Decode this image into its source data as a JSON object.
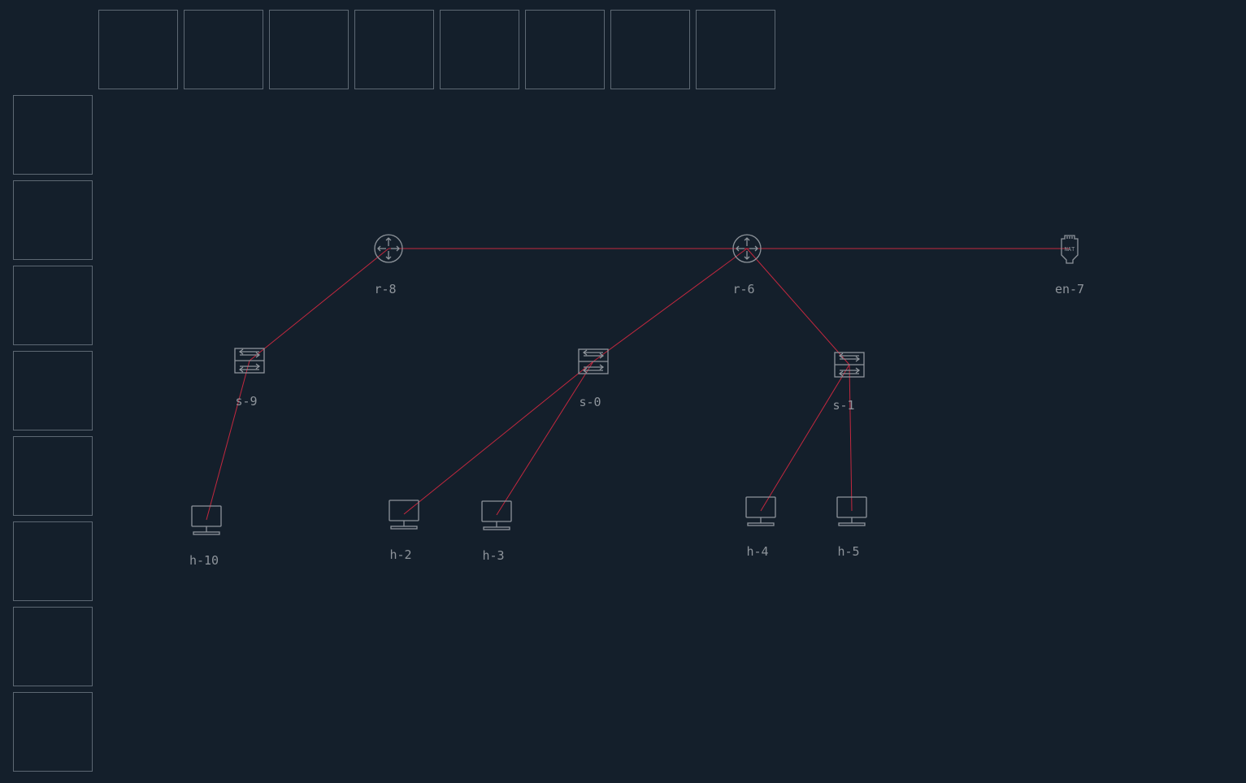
{
  "palette": {
    "background": "#141f2b",
    "slot_border": "#5d6873",
    "icon": "#8e949b",
    "label": "#8e949b",
    "link": "#c3283f"
  },
  "toolbar": {
    "top_slots": 8,
    "left_slots": 8
  },
  "nodes": [
    {
      "id": "r-8",
      "label": "r-8",
      "kind": "router-icon"
    },
    {
      "id": "r-6",
      "label": "r-6",
      "kind": "router-icon"
    },
    {
      "id": "en-7",
      "label": "en-7",
      "kind": "nat-icon"
    },
    {
      "id": "s-9",
      "label": "s-9",
      "kind": "switch-icon"
    },
    {
      "id": "s-0",
      "label": "s-0",
      "kind": "switch-icon"
    },
    {
      "id": "s-1",
      "label": "s-1",
      "kind": "switch-icon"
    },
    {
      "id": "h-10",
      "label": "h-10",
      "kind": "host-icon"
    },
    {
      "id": "h-2",
      "label": "h-2",
      "kind": "host-icon"
    },
    {
      "id": "h-3",
      "label": "h-3",
      "kind": "host-icon"
    },
    {
      "id": "h-4",
      "label": "h-4",
      "kind": "host-icon"
    },
    {
      "id": "h-5",
      "label": "h-5",
      "kind": "host-icon"
    }
  ],
  "links": [
    [
      "r-8",
      "r-6"
    ],
    [
      "r-6",
      "en-7"
    ],
    [
      "r-8",
      "s-9"
    ],
    [
      "r-6",
      "s-0"
    ],
    [
      "r-6",
      "s-1"
    ],
    [
      "s-9",
      "h-10"
    ],
    [
      "s-0",
      "h-2"
    ],
    [
      "s-0",
      "h-3"
    ],
    [
      "s-1",
      "h-4"
    ],
    [
      "s-1",
      "h-5"
    ]
  ]
}
